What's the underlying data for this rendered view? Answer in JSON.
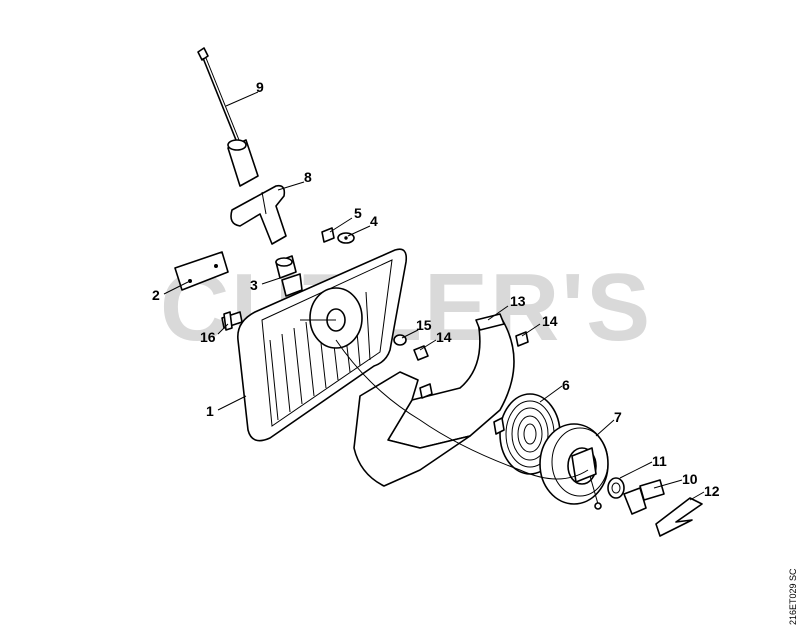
{
  "watermark": "CUTLER'S",
  "reference_code": "216ET029 SC",
  "callouts": [
    {
      "id": "c9",
      "label": "9"
    },
    {
      "id": "c8",
      "label": "8"
    },
    {
      "id": "c5",
      "label": "5"
    },
    {
      "id": "c4",
      "label": "4"
    },
    {
      "id": "c2",
      "label": "2"
    },
    {
      "id": "c3",
      "label": "3"
    },
    {
      "id": "c16",
      "label": "16"
    },
    {
      "id": "c13",
      "label": "13"
    },
    {
      "id": "c15",
      "label": "15"
    },
    {
      "id": "c14a",
      "label": "14"
    },
    {
      "id": "c14b",
      "label": "14"
    },
    {
      "id": "c1",
      "label": "1"
    },
    {
      "id": "c6",
      "label": "6"
    },
    {
      "id": "c7",
      "label": "7"
    },
    {
      "id": "c11",
      "label": "11"
    },
    {
      "id": "c10",
      "label": "10"
    },
    {
      "id": "c12",
      "label": "12"
    }
  ]
}
